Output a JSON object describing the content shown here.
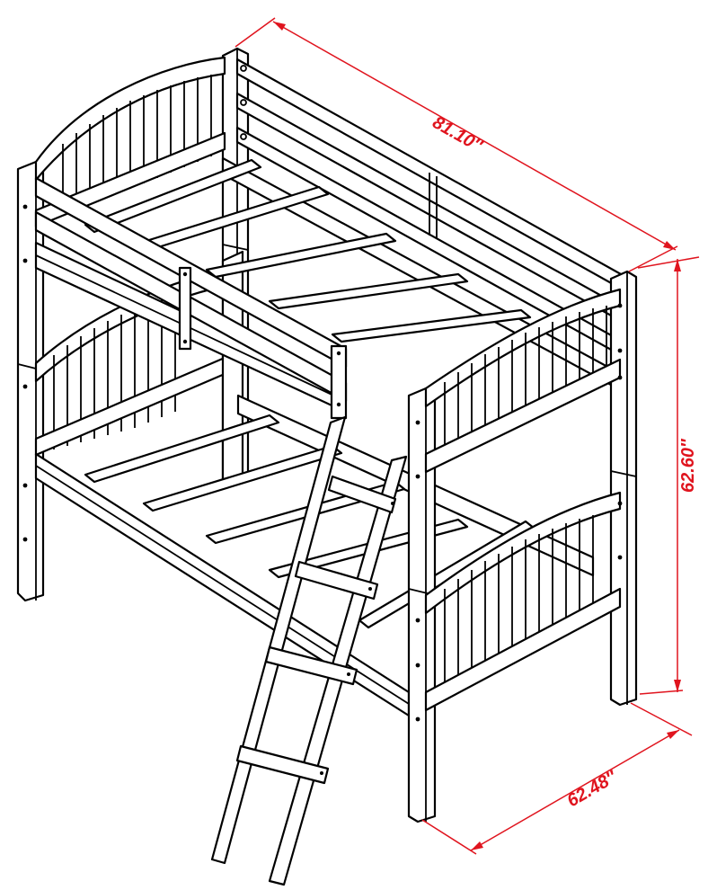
{
  "dimensions": {
    "length": "81.10″",
    "height": "62.60″",
    "width": "62.48″"
  },
  "colors": {
    "line": "#000000",
    "dimension": "#e0141e",
    "background": "#ffffff"
  }
}
